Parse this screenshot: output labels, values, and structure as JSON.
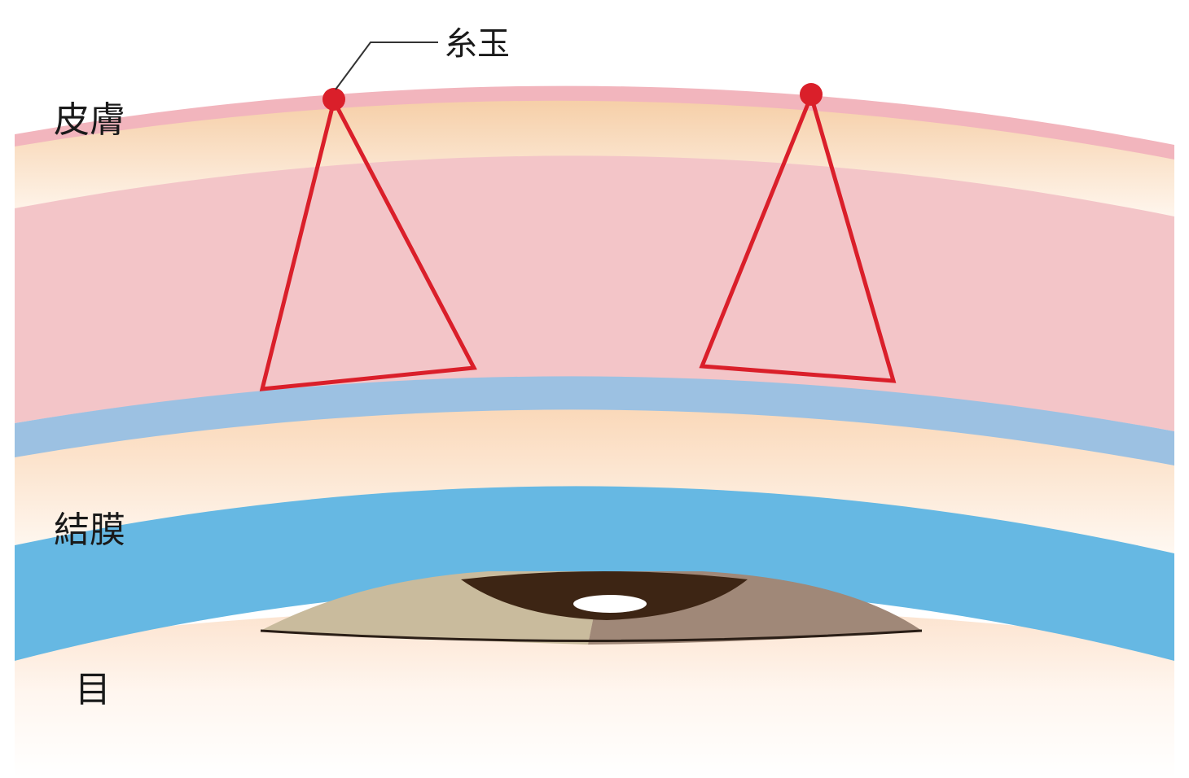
{
  "labels": {
    "suture_knot": "糸玉",
    "skin": "皮膚",
    "conjunctiva": "結膜",
    "eye": "目"
  },
  "colors": {
    "skin_surface": "#f2b5bd",
    "skin_warm": "#fbe3cb",
    "dermis": "#f3c5c8",
    "thin_membrane": "#9cc1e2",
    "conjunctiva": "#66b8e3",
    "background_cream": "#fdf1e6",
    "suture": "#da1f2a",
    "iris_left": "#c9bb9d",
    "iris_right": "#a08878",
    "pupil": "#3d2514",
    "highlight": "#ffffff",
    "text": "#1a1a1a"
  }
}
